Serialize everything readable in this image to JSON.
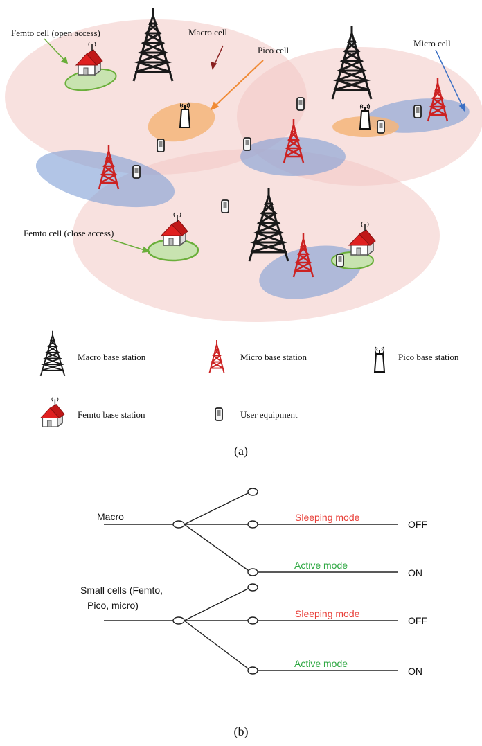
{
  "panel_a": {
    "labels": {
      "femto_open": "Femto cell (open access)",
      "macro_cell": "Macro cell",
      "pico_cell": "Pico cell",
      "micro_cell": "Micro cell",
      "femto_close": "Femto cell (close access)"
    },
    "legend": {
      "macro": "Macro base station",
      "micro": "Micro base station",
      "pico": "Pico base station",
      "femto": "Femto base station",
      "ue": "User equipment"
    },
    "caption": "(a)"
  },
  "panel_b": {
    "macro_label": "Macro",
    "small_label_line1": "Small cells (Femto,",
    "small_label_line2": "Pico, micro)",
    "sleeping": "Sleeping mode",
    "active": "Active mode",
    "off": "OFF",
    "on": "ON",
    "caption": "(b)",
    "colors": {
      "sleeping": "#e8403a",
      "active": "#2fa843"
    }
  }
}
